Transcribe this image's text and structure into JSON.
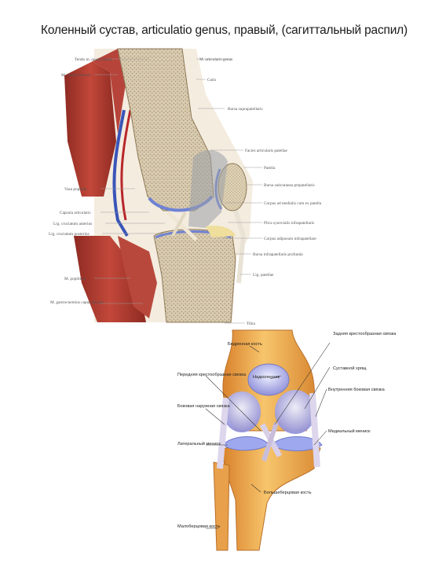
{
  "title": "Коленный сустав, articulatio genus, правый, (сагиттальный распил)",
  "sagittal_labels": {
    "left": [
      "Tendo m. quadricipitis",
      "M. vastus femoris",
      "Vasa poplitea",
      "Capsula articularis",
      "Lig. cruciatum anterius",
      "Lig. cruciatum posterius",
      "M. popliteus",
      "M. gastrocnemius caput laterale"
    ],
    "right": [
      "M. articularis genus",
      "Cutis",
      "Bursa suprapatellaris",
      "Facies articularis patellae",
      "Patella",
      "Bursa subcutanea prepatellaris",
      "Corpus ad medialis cum ex patella",
      "Plica synovialis infrapatellaris",
      "Corpus adiposum infrapatellare",
      "Bursa infrapatellaris profunda",
      "Lig. patellae",
      "Tibia"
    ]
  },
  "frontal_labels": [
    "Бедренная кость",
    "Надколенник",
    "Задняя крестообразная связка",
    "Суставной хрящ",
    "Передняя крестообразная связка",
    "Внутренняя боковая связка",
    "Боковая наружная связка",
    "Медиальный мениск",
    "Латеральный мениск",
    "Большеберцовая кость",
    "Малоберцовая кость"
  ],
  "colors": {
    "muscle": "#a8392f",
    "bone": "#d9ccb0",
    "cartilage": "#7f8fd6",
    "ligament": "#e4e3f0",
    "frontal_bone": "#f2b35a",
    "vessel": "#3a55b8"
  }
}
